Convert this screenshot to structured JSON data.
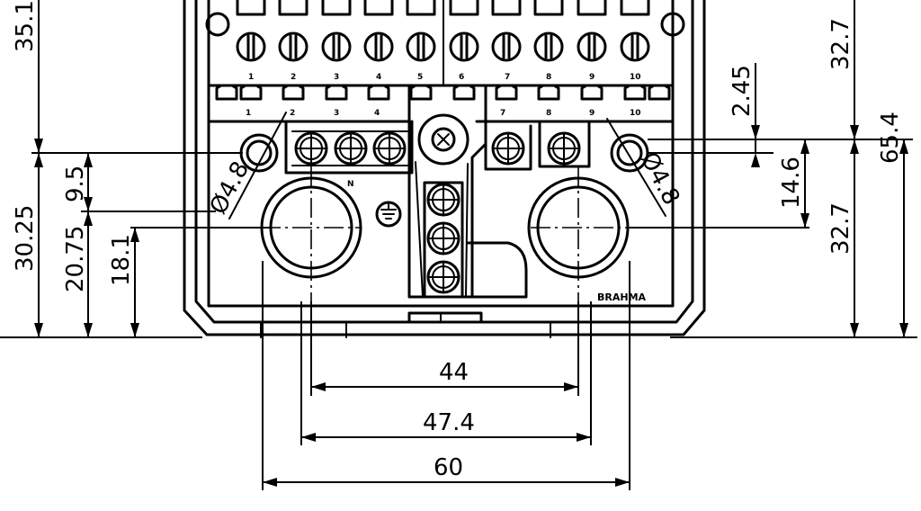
{
  "dimensions": {
    "d_35_1": "35.1",
    "d_30_25": "30.25",
    "d_20_75": "20.75",
    "d_18_1": "18.1",
    "d_9_5": "9.5",
    "d_32_7_top": "32.7",
    "d_2_45": "2.45",
    "d_65_4": "65.4",
    "d_14_6": "14.6",
    "d_32_7_bottom": "32.7",
    "d_44": "44",
    "d_47_4": "47.4",
    "d_60": "60",
    "dia_left": "Ø4.8",
    "dia_right": "Ø4.8"
  },
  "terminal_numbers_upper": [
    "1",
    "2",
    "3",
    "4",
    "5",
    "6",
    "7",
    "8",
    "9",
    "10"
  ],
  "terminal_numbers_lower": [
    "1",
    "2",
    "3",
    "4",
    "7",
    "8",
    "9",
    "10"
  ],
  "labels": {
    "neutral": "N",
    "brand": "BRAHMA"
  }
}
